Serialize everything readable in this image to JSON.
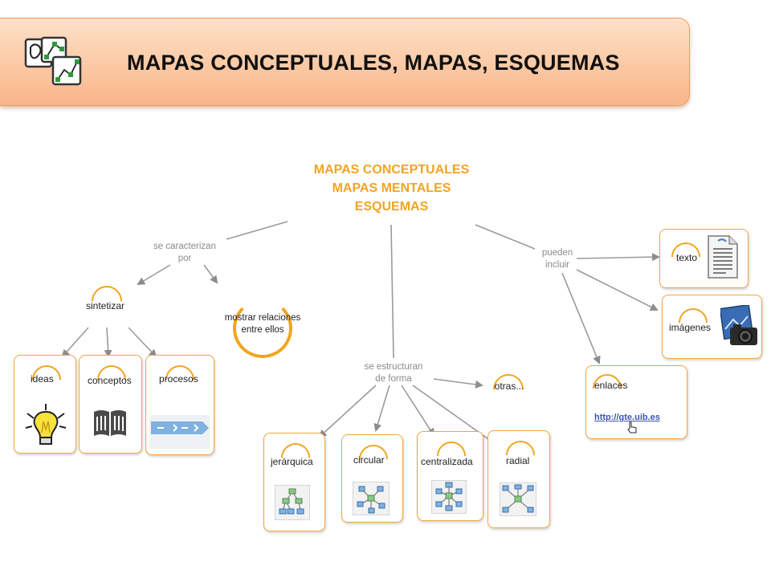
{
  "header": {
    "title": "MAPAS CONCEPTUALES, MAPAS, ESQUEMAS",
    "icon": "concept-map-icon",
    "colors": {
      "banner": "#fbc9a4",
      "border": "#f19a62"
    }
  },
  "map": {
    "central": [
      "MAPAS CONCEPTUALES",
      "MAPAS MENTALES",
      "ESQUEMAS"
    ],
    "links": {
      "caracterizan": [
        "se caracterizan",
        "por"
      ],
      "estructuran": [
        "se estructuran",
        "de forma"
      ],
      "incluir": [
        "pueden",
        "incluir"
      ]
    },
    "concepts": {
      "sintetizar": "sintetizar",
      "relaciones": [
        "mostrar relaciones",
        "entre ellos"
      ],
      "otras": "otras..."
    },
    "synth_cards": [
      {
        "label": "ideas",
        "icon": "lightbulb-icon"
      },
      {
        "label": "conceptos",
        "icon": "book-icon"
      },
      {
        "label": "procesos",
        "icon": "process-arrow-icon"
      }
    ],
    "structure_cards": [
      {
        "label": "jerárquica",
        "icon": "hierarchy-diagram-icon"
      },
      {
        "label": "circular",
        "icon": "circular-diagram-icon"
      },
      {
        "label": "centralizada",
        "icon": "centralized-diagram-icon"
      },
      {
        "label": "radial",
        "icon": "radial-diagram-icon"
      }
    ],
    "include_cards": {
      "texto": {
        "label": "texto",
        "icon": "document-icon"
      },
      "imagenes": {
        "label": "imágenes",
        "icon": "camera-photo-icon"
      },
      "enlaces": {
        "label": "enlaces",
        "link_text": "http://gte.uib.es",
        "icon": "hand-cursor-icon"
      }
    },
    "colors": {
      "accent": "#f0a520",
      "title": "#f0a423",
      "edge": "#8a8a8a",
      "link": "#3a56a8"
    }
  }
}
